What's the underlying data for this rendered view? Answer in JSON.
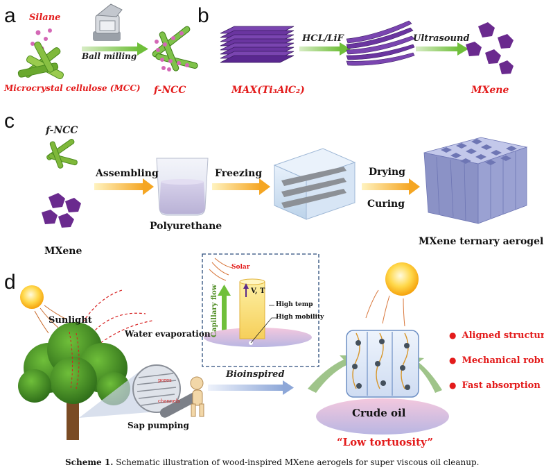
{
  "panels": {
    "a": "a",
    "b": "b",
    "c": "c",
    "d": "d"
  },
  "panel_a": {
    "silane": "Silane",
    "ball_milling": "Ball milling",
    "mcc": "Microcrystal cellulose (MCC)",
    "fncc": "f-NCC"
  },
  "panel_b": {
    "hcl_lif": "HCL/LiF",
    "ultrasound": "Ultrasound",
    "max": "MAX(Ti₃AlC₂)",
    "mxene": "MXene"
  },
  "panel_c": {
    "fncc": "f-NCC",
    "mxene": "MXene",
    "assembling": "Assembling",
    "freezing": "Freezing",
    "drying": "Drying",
    "curing": "Curing",
    "polyurethane": "Polyurethane",
    "aerogel": "MXene ternary aerogel"
  },
  "panel_d": {
    "sunlight": "Sunlight",
    "water_evaporation": "Water evaporation",
    "sap_pumping": "Sap pumping",
    "pores": "pores",
    "channels": "channels",
    "solar": "Solar",
    "capillary_flow": "Capillary flow",
    "vt": "V, T",
    "high_temp": "High temp",
    "high_mobility": "High mobility",
    "bioinspired": "Bioinspired",
    "crude_oil": "Crude oil",
    "low_tortuosity": "“Low tortuosity”",
    "features": [
      "Aligned structure",
      "Mechanical robust",
      "Fast absorption"
    ]
  },
  "caption": {
    "label": "Scheme 1.",
    "text": "Schematic illustration of wood-inspired MXene aerogels for super viscous oil cleanup."
  },
  "colors": {
    "accent_red": "#e31b1b",
    "mxene_purple": "#6a2a8e",
    "cellulose_green": "#7fb83a",
    "arrow_orange": "#f4b13a",
    "arrow_green": "#7fc24a"
  }
}
